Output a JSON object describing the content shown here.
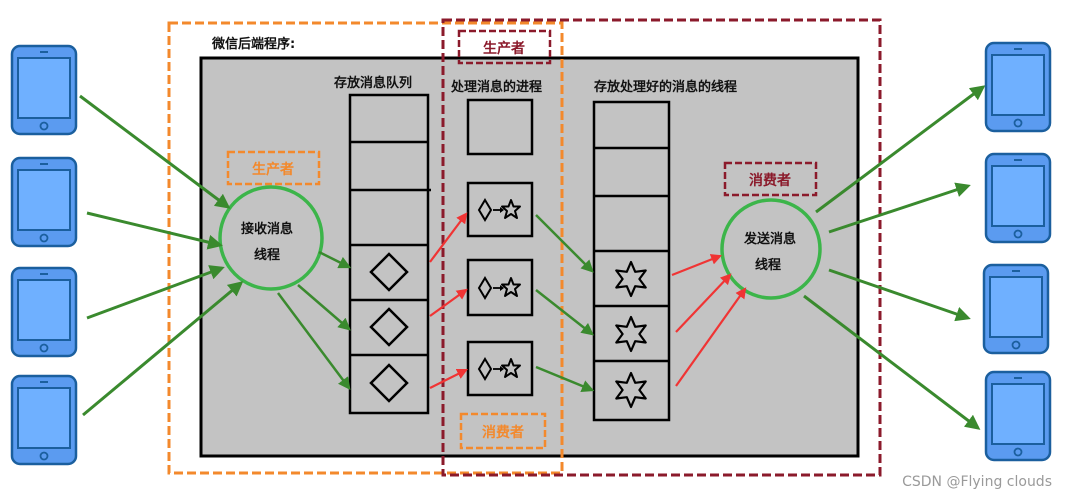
{
  "header": {
    "title": "微信后端程序:"
  },
  "labels": {
    "queue": "存放消息队列",
    "process": "处理消息的进程",
    "processed": "存放处理好的消息的线程"
  },
  "tags": {
    "producer_left": "生产者",
    "producer_top": "生产者",
    "consumer_bottom": "消费者",
    "consumer_right": "消费者"
  },
  "threads": {
    "receive": {
      "line1": "接收消息",
      "line2": "线程"
    },
    "send": {
      "line1": "发送消息",
      "line2": "线程"
    }
  },
  "watermark": "CSDN @Flying  clouds",
  "colors": {
    "panel": "#c3c3c3",
    "orange": "#f3892c",
    "crimson": "#8b1a2b",
    "green_arrow": "#3a8a2e",
    "red_arrow": "#f03434",
    "circle": "#3cb54a",
    "tablet_fill": "#5b9bf0",
    "tablet_border": "#1b5f9e"
  },
  "icons": [
    "tablet-icon",
    "diamond-icon",
    "star-icon",
    "arrow-icon"
  ]
}
